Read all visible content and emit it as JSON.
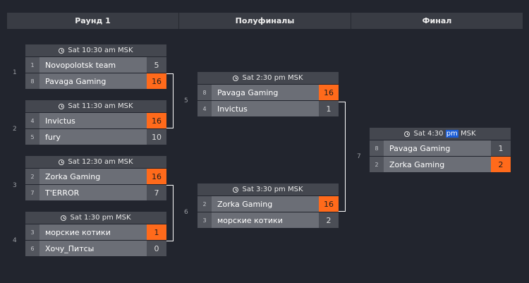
{
  "rounds": [
    "Раунд 1",
    "Полуфиналы",
    "Финал"
  ],
  "matches": [
    {
      "time": "Sat 10:30 am MSK",
      "rows": [
        {
          "seed": "1",
          "team": "Novopolotsk team",
          "score": "5",
          "win": false
        },
        {
          "seed": "8",
          "team": "Pavaga Gaming",
          "score": "16",
          "win": true
        }
      ]
    },
    {
      "time": "Sat 11:30 am MSK",
      "rows": [
        {
          "seed": "4",
          "team": "Invictus",
          "score": "16",
          "win": true
        },
        {
          "seed": "5",
          "team": "fury",
          "score": "10",
          "win": false
        }
      ]
    },
    {
      "time": "Sat 12:30 am MSK",
      "rows": [
        {
          "seed": "2",
          "team": "Zorka Gaming",
          "score": "16",
          "win": true
        },
        {
          "seed": "7",
          "team": "T'ERROR",
          "score": "7",
          "win": false
        }
      ]
    },
    {
      "time": "Sat 1:30 pm MSK",
      "rows": [
        {
          "seed": "3",
          "team": "морские котики",
          "score": "1",
          "win": true
        },
        {
          "seed": "6",
          "team": "Хочу_Питсы",
          "score": "0",
          "win": false
        }
      ]
    },
    {
      "time": "Sat 2:30 pm MSK",
      "rows": [
        {
          "seed": "8",
          "team": "Pavaga Gaming",
          "score": "16",
          "win": true
        },
        {
          "seed": "4",
          "team": "Invictus",
          "score": "1",
          "win": false
        }
      ]
    },
    {
      "time": "Sat 3:30 pm MSK",
      "rows": [
        {
          "seed": "2",
          "team": "Zorka Gaming",
          "score": "16",
          "win": true
        },
        {
          "seed": "3",
          "team": "морские котики",
          "score": "2",
          "win": false
        }
      ]
    },
    {
      "time_pre": "Sat 4:30 ",
      "time_hl": "pm",
      "time_post": " MSK",
      "rows": [
        {
          "seed": "8",
          "team": "Pavaga Gaming",
          "score": "1",
          "win": false
        },
        {
          "seed": "2",
          "team": "Zorka Gaming",
          "score": "2",
          "win": true
        }
      ]
    }
  ],
  "match_numbers": [
    "1",
    "2",
    "3",
    "4",
    "5",
    "6",
    "7"
  ],
  "colors": {
    "background": "#22252e",
    "win": "#ff6a1b",
    "row": "#6b6e76",
    "highlight": "#1b5dd6"
  }
}
